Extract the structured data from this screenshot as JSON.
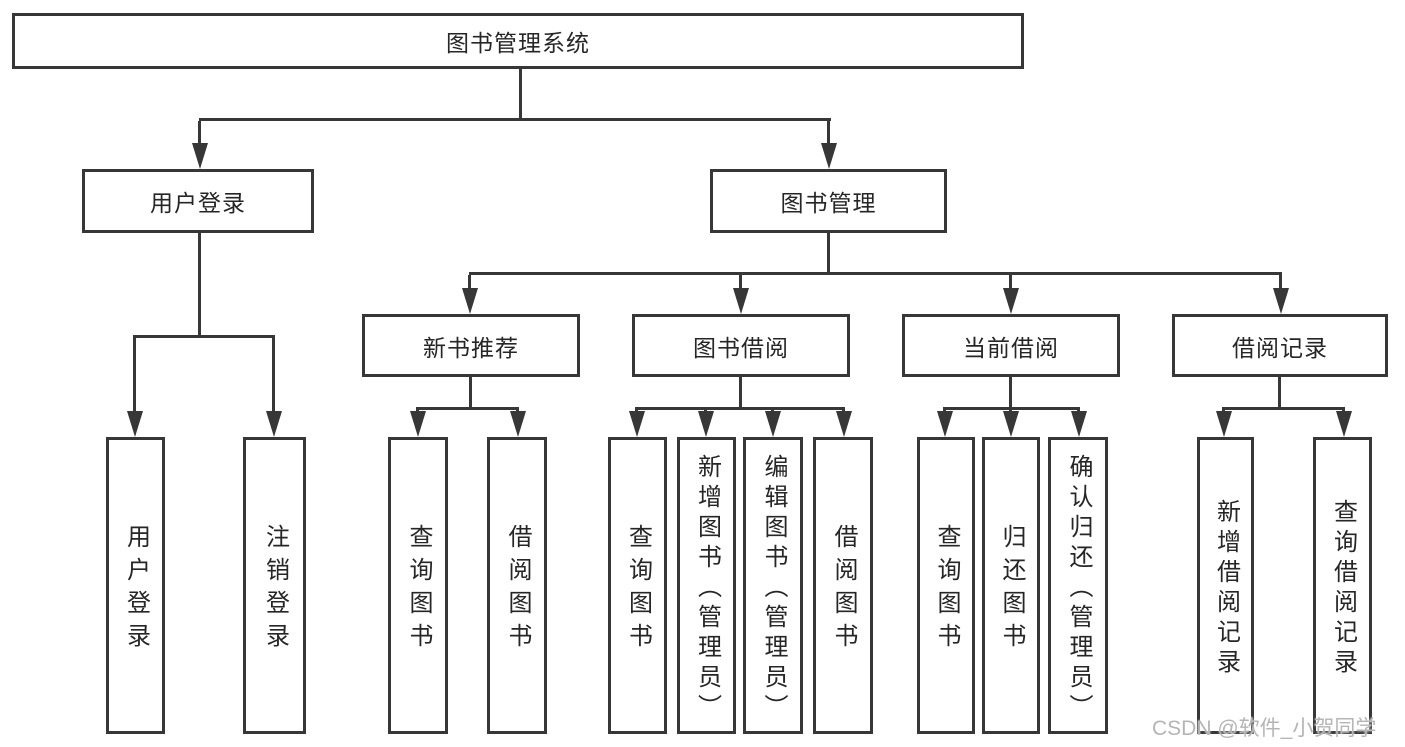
{
  "nodes": {
    "root": "图书管理系统",
    "user_login": "用户登录",
    "book_management": "图书管理",
    "new_book_recommend": "新书推荐",
    "book_borrowing": "图书借阅",
    "current_borrowing": "当前借阅",
    "borrowing_records": "借阅记录",
    "leaf_user_login": "用户登录",
    "leaf_logout": "注销登录",
    "nb_query_books": "查询图书",
    "nb_borrow_books": "借阅图书",
    "bb_query_books": "查询图书",
    "bb_add_books": "新增图书（管理员）",
    "bb_edit_books": "编辑图书（管理员）",
    "bb_borrow_books": "借阅图书",
    "cb_query_books": "查询图书",
    "cb_return_books": "归还图书",
    "cb_confirm_return": "确认归还（管理员）",
    "br_add_record": "新增借阅记录",
    "br_query_record": "查询借阅记录"
  },
  "watermark": "CSDN @软件_小贺同学",
  "colors": {
    "line": "#373737",
    "text": "#262626",
    "watermark": "#b5b5b5",
    "background": "#ffffff"
  }
}
